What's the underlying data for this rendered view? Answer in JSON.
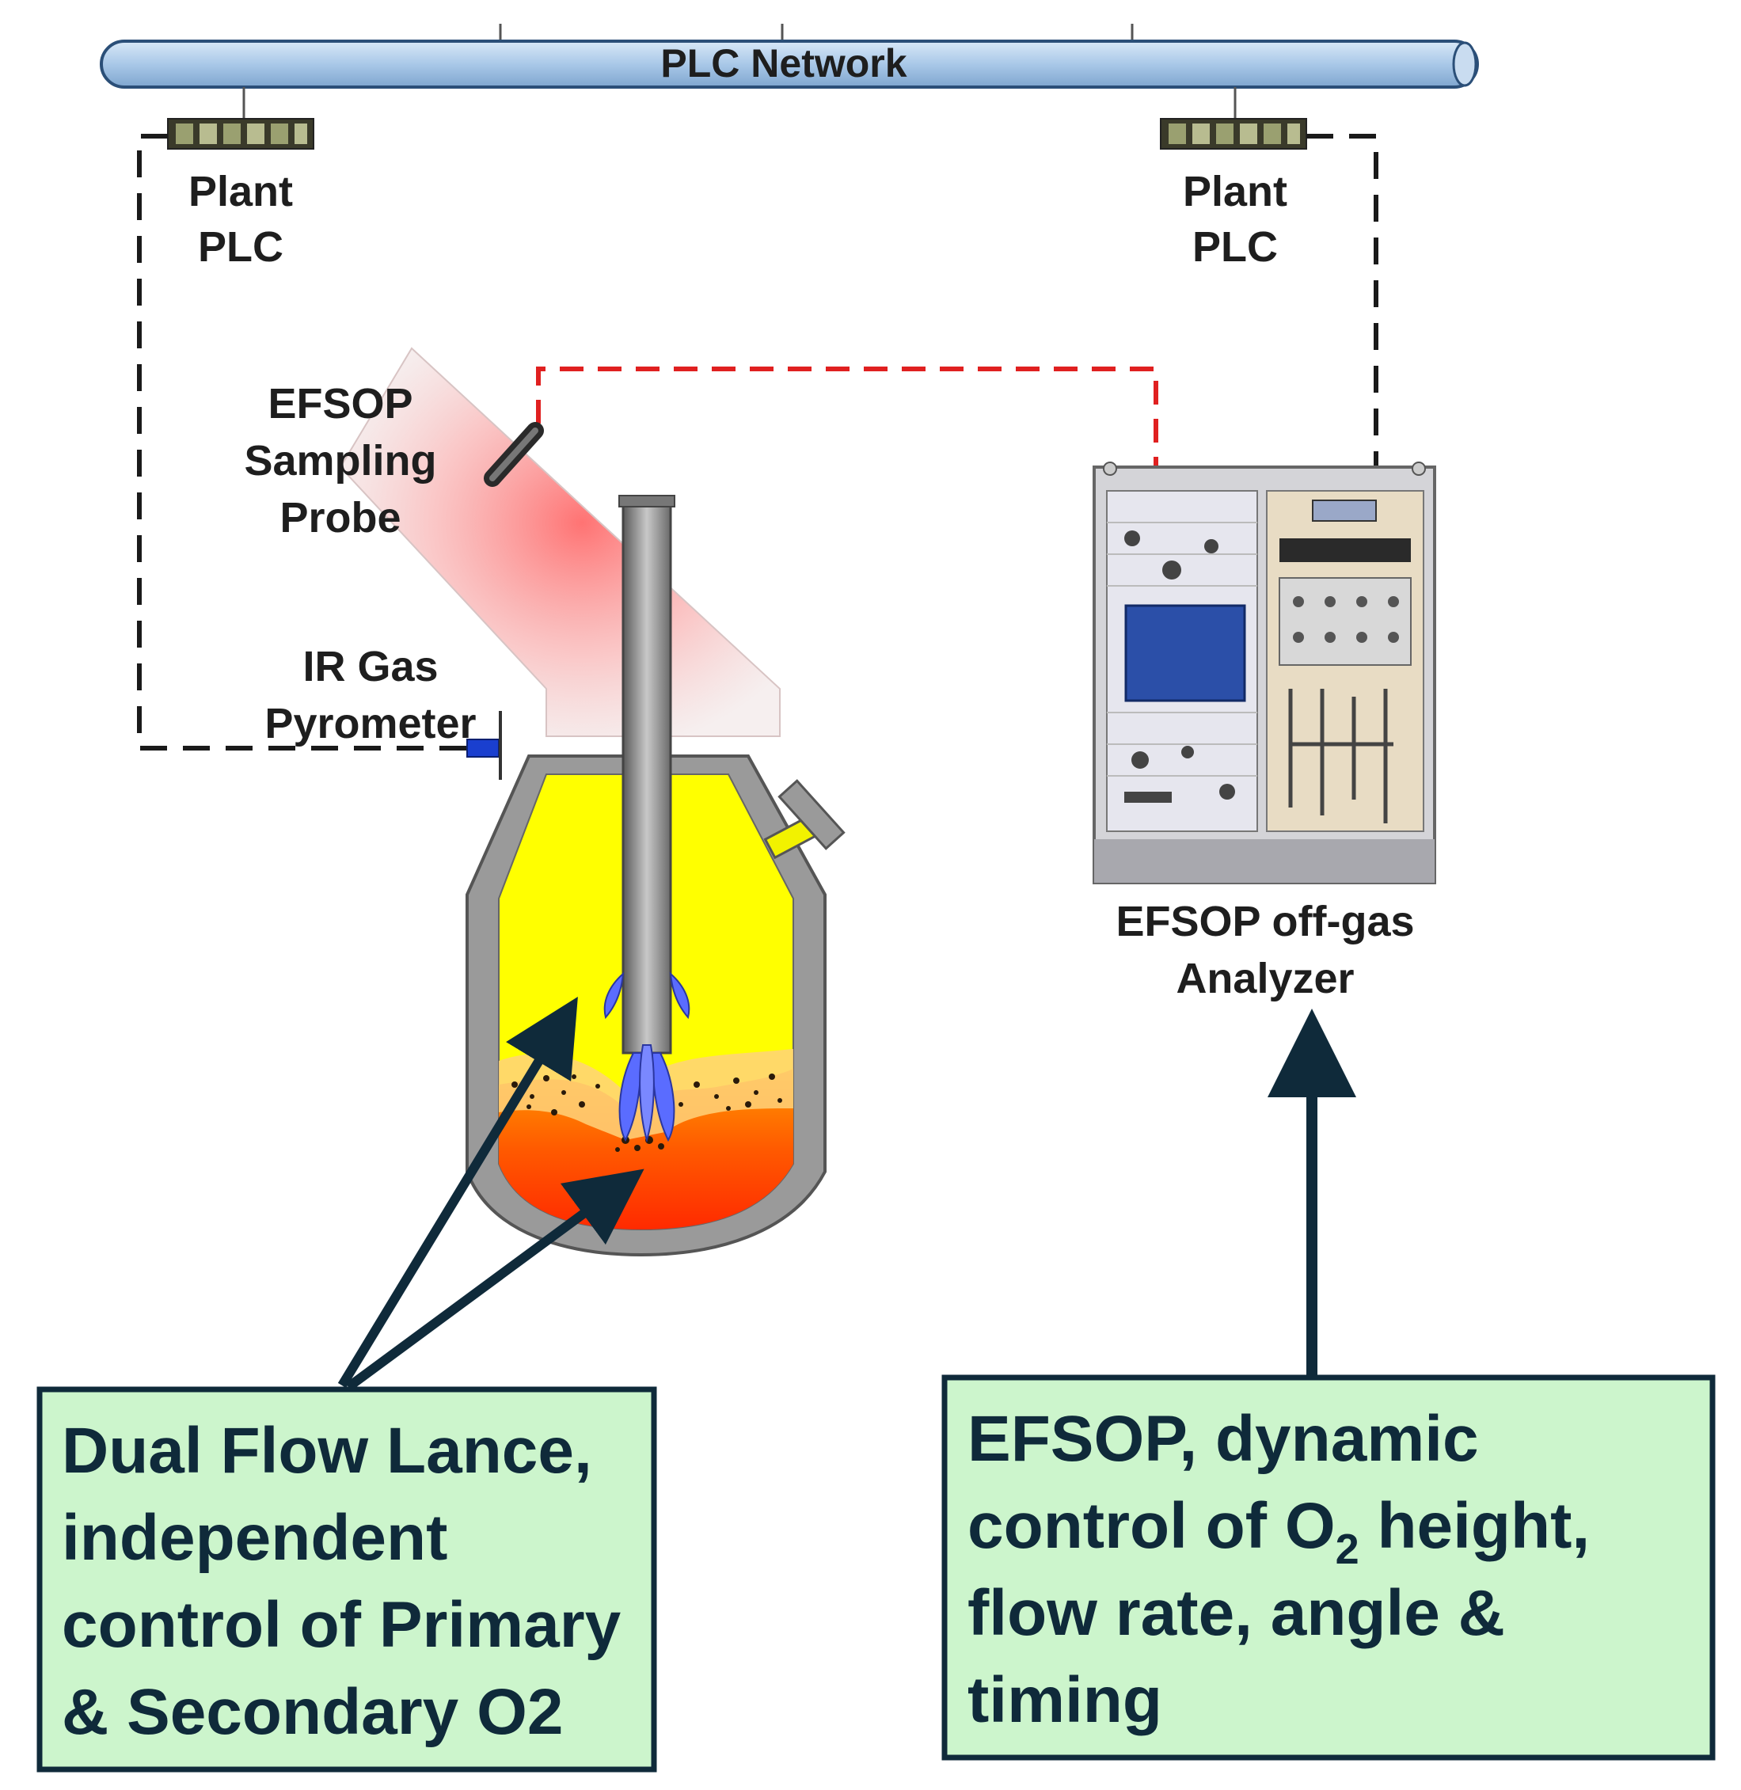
{
  "network": {
    "label": "PLC Network"
  },
  "plc_left": {
    "line1": "Plant",
    "line2": "PLC"
  },
  "plc_right": {
    "line1": "Plant",
    "line2": "PLC"
  },
  "probe_label": {
    "line1": "EFSOP",
    "line2": "Sampling",
    "line3": "Probe"
  },
  "pyrometer_label": {
    "line1": "IR Gas",
    "line2": "Pyrometer"
  },
  "analyzer_label": {
    "line1": "EFSOP off-gas",
    "line2": "Analyzer"
  },
  "callout_left": {
    "line1": "Dual Flow Lance,",
    "line2": "independent",
    "line3": "control of Primary",
    "line4": "& Secondary O2"
  },
  "callout_right": {
    "line1": "EFSOP, dynamic",
    "line2_pre": "control of O",
    "line2_sub": "2",
    "line2_post": " height,",
    "line3": "flow rate, angle &",
    "line4": "timing"
  },
  "colors": {
    "callout_fill": "#ccf5cc",
    "callout_border": "#0f2a3a",
    "signal_red": "#e02020",
    "vessel_gray": "#9a9a9a",
    "vessel_yellow": "#ffff00",
    "melt_orange": "#ff6a00",
    "network_pipe": "#a9c8e8"
  }
}
